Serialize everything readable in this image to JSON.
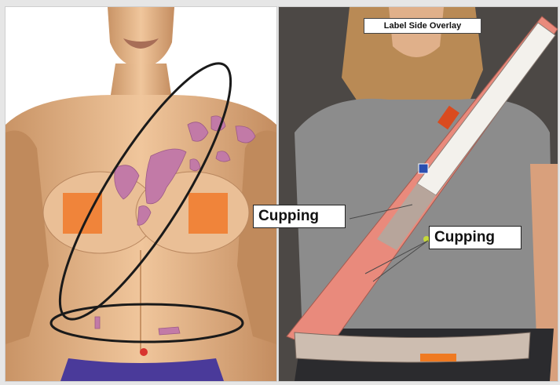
{
  "overlay_title": "Label Side Overlay",
  "callouts": {
    "left": "Cupping",
    "right": "Cupping"
  },
  "colors": {
    "skin": "#e2b58a",
    "bruise": "#c27aa7",
    "pad": "#f0843a",
    "belt": "#e98a7c",
    "shirt": "#8c8c8c"
  }
}
